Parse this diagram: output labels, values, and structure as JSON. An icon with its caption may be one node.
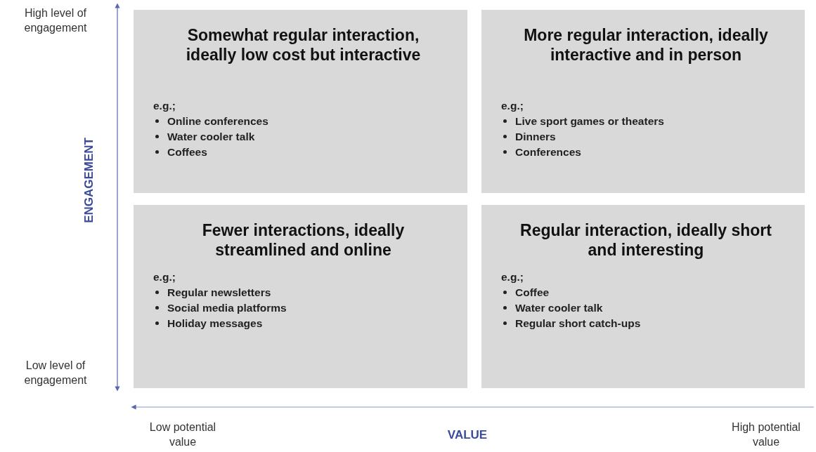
{
  "diagram": {
    "nodes": [
      {
        "text": [
          "Somewhat regular interaction, ideally low cost but interactive",
          "e.g.;",
          "Online conferences",
          "Water cooler talk",
          "Coffees"
        ]
      },
      {
        "text": [
          "More regular interaction, ideally interactive and in person",
          "e.g.;",
          "Live sport games or theaters",
          "Dinners",
          "Conferences"
        ]
      },
      {
        "text": [
          "Fewer interactions, ideally streamlined and online",
          "e.g.;",
          "Regular newsletters",
          "Social media platforms",
          "Holiday messages"
        ]
      },
      {
        "text": [
          "Regular interaction, ideally short and interesting",
          "e.g.;",
          "Coffee",
          "Water cooler talk",
          "Regular short catch-ups"
        ]
      }
    ],
    "labels": [
      "High level of engagement",
      "ENGAGEMENT",
      "Low level of engagement",
      "Low potential value",
      "VALUE",
      "High potential value"
    ]
  }
}
